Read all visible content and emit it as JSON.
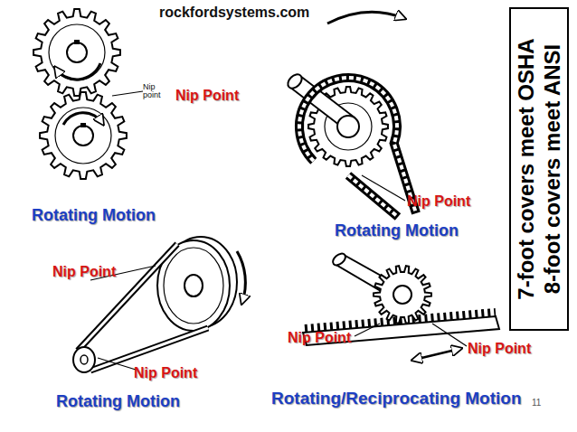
{
  "diagram": {
    "nodes": [
      {
        "text": [
          "7-foot covers meet OSHA",
          "8-foot covers meet ANSI"
        ]
      }
    ],
    "labels": [
      "rockfordsystems.com",
      "Nip point",
      "Nip Point",
      "Nip Point",
      "Rotating Motion",
      "Rotating Motion",
      "Nip Point",
      "Nip Point",
      "Nip Point",
      "Nip Point",
      "Rotating Motion",
      "Rotating/Reciprocating Motion",
      "11"
    ]
  }
}
